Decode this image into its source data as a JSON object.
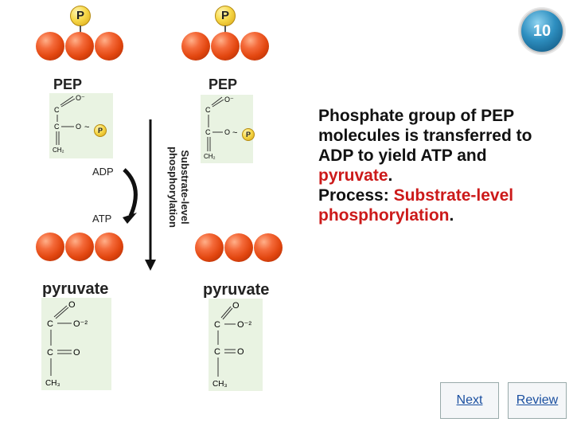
{
  "slide_number": "10",
  "phosphate_symbol": "P",
  "pep_label": "PEP",
  "pyruvate_label": "pyruvate",
  "adp_label": "ADP",
  "atp_label": "ATP",
  "process_label_line1": "Substrate-level",
  "process_label_line2": "phosphorylation",
  "chem": {
    "carbon": "C",
    "oxygen": "O",
    "pep_minus": "O⁻",
    "pyr_o2": "O⁻²",
    "ch2": "CH₂",
    "ch3": "CH₃",
    "tilde": "~"
  },
  "description": {
    "part1": "Phosphate group of PEP molecules is transferred to ADP to yield ATP and ",
    "pyruvate": "pyruvate",
    "period1": ".",
    "process_prefix": "Process:  ",
    "process_name": "Substrate-level phosphorylation",
    "period2": "."
  },
  "nav": {
    "next": "Next",
    "review": "Review"
  },
  "colors": {
    "accent_red": "#cc1a1a",
    "ball": "#e2460f",
    "badge": "#2e8fc0",
    "phosphate": "#f7d94a"
  }
}
